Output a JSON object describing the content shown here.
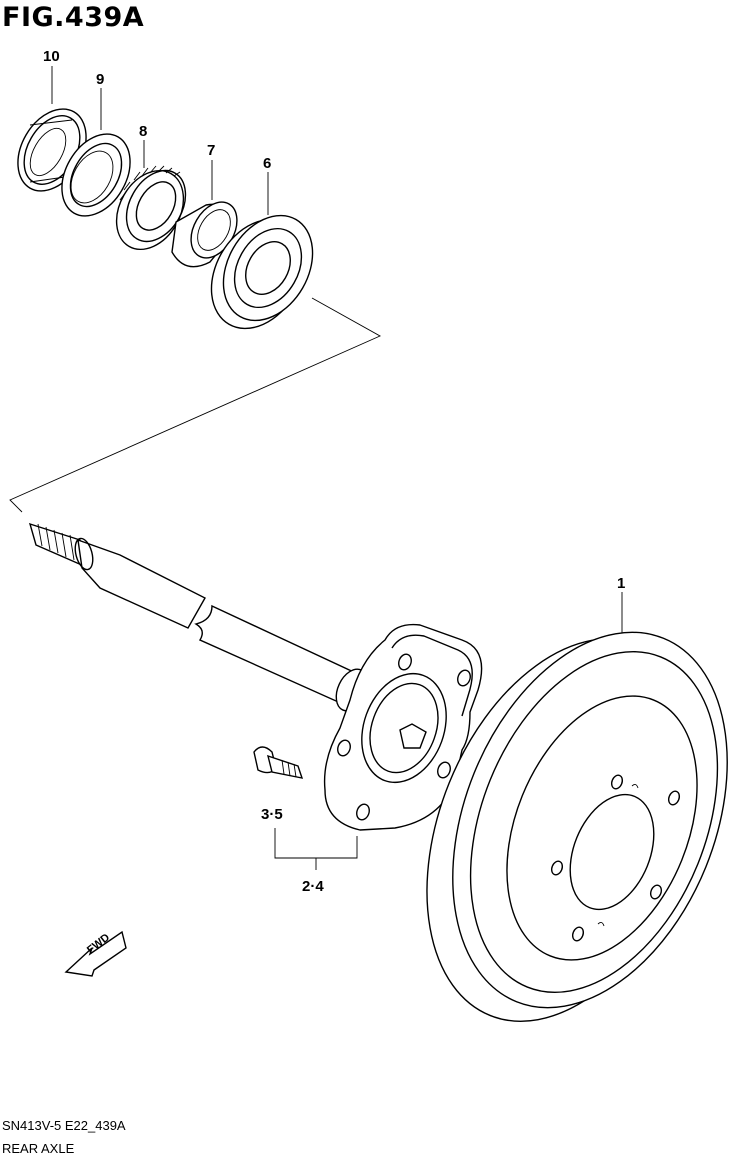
{
  "figure": {
    "title": "FIG.439A",
    "code": "SN413V-5 E22_439A",
    "section": "REAR AXLE"
  },
  "callouts": {
    "c10": "10",
    "c9": "9",
    "c8": "8",
    "c7": "7",
    "c6": "6",
    "c1": "1",
    "c35": "3·5",
    "c24": "2·4"
  },
  "fwd_label": "FWD",
  "icons": {
    "direction": "fwd-arrow-icon"
  }
}
